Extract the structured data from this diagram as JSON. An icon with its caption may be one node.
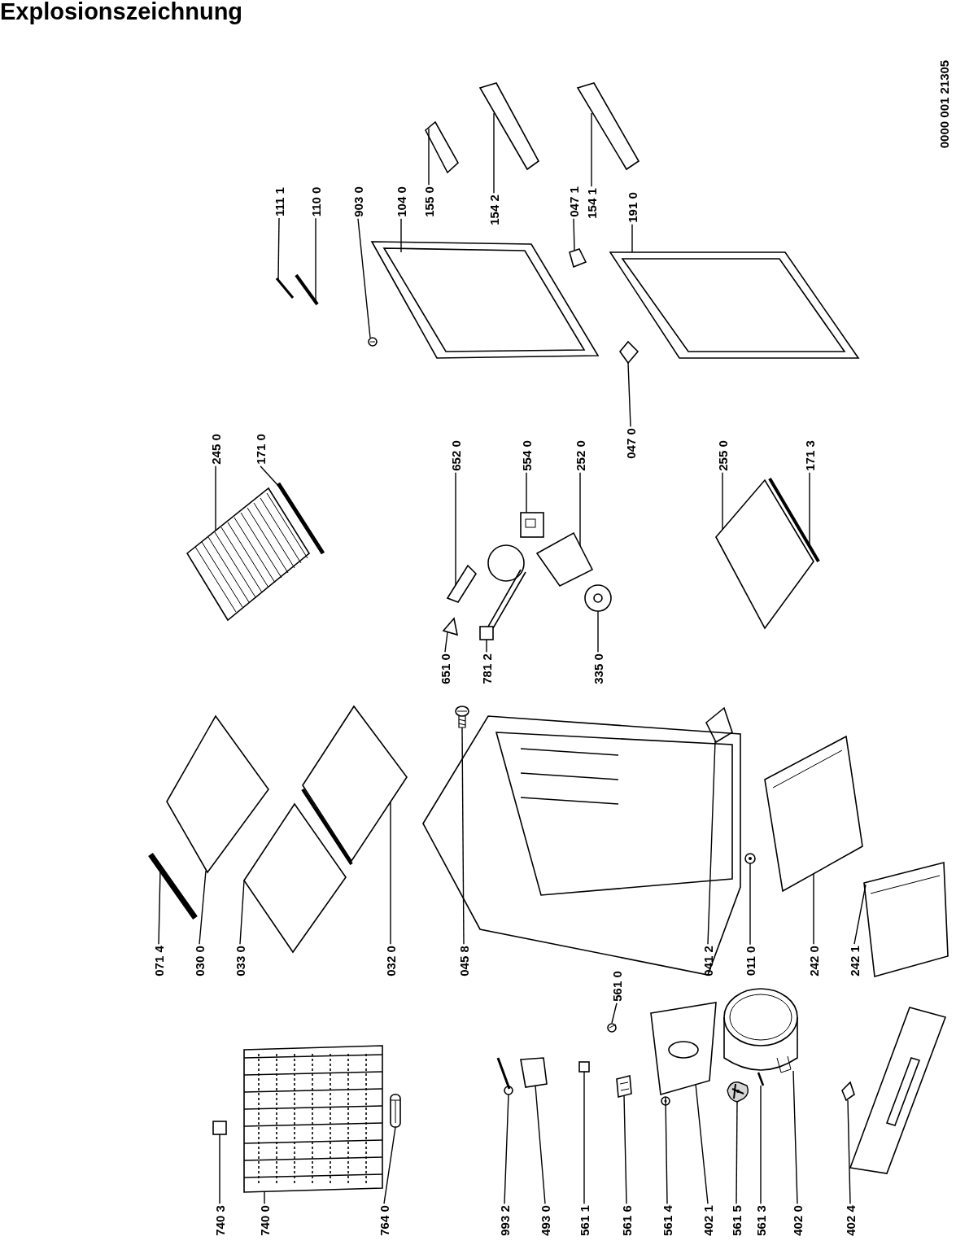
{
  "diagram": {
    "title": "Explosionszeichnung",
    "nodes": [
      {
        "text": [
          "740 3"
        ]
      },
      {
        "text": [
          "740 0"
        ]
      },
      {
        "text": [
          "764 0"
        ]
      },
      {
        "text": [
          "993 2"
        ]
      },
      {
        "text": [
          "493 0"
        ]
      },
      {
        "text": [
          "561 1"
        ]
      },
      {
        "text": [
          "561 0"
        ]
      },
      {
        "text": [
          "561 6"
        ]
      },
      {
        "text": [
          "561 4"
        ]
      },
      {
        "text": [
          "402 1"
        ]
      },
      {
        "text": [
          "561 5"
        ]
      },
      {
        "text": [
          "561 3"
        ]
      },
      {
        "text": [
          "402 0"
        ]
      },
      {
        "text": [
          "402 4"
        ]
      },
      {
        "text": [
          "071 4"
        ]
      },
      {
        "text": [
          "030 0"
        ]
      },
      {
        "text": [
          "033 0"
        ]
      },
      {
        "text": [
          "032 0"
        ]
      },
      {
        "text": [
          "045 8"
        ]
      },
      {
        "text": [
          "041 2"
        ]
      },
      {
        "text": [
          "011 0"
        ]
      },
      {
        "text": [
          "242 0"
        ]
      },
      {
        "text": [
          "242 1"
        ]
      },
      {
        "text": [
          "651 0"
        ]
      },
      {
        "text": [
          "781 2"
        ]
      },
      {
        "text": [
          "335 0"
        ]
      },
      {
        "text": [
          "245 0"
        ]
      },
      {
        "text": [
          "171 0"
        ]
      },
      {
        "text": [
          "652 0"
        ]
      },
      {
        "text": [
          "554 0"
        ]
      },
      {
        "text": [
          "252 0"
        ]
      },
      {
        "text": [
          "047 0"
        ]
      },
      {
        "text": [
          "255 0"
        ]
      },
      {
        "text": [
          "171 3"
        ]
      },
      {
        "text": [
          "111 1"
        ]
      },
      {
        "text": [
          "110 0"
        ]
      },
      {
        "text": [
          "903 0"
        ]
      },
      {
        "text": [
          "104 0"
        ]
      },
      {
        "text": [
          "155 0"
        ]
      },
      {
        "text": [
          "154 2"
        ]
      },
      {
        "text": [
          "047 1"
        ]
      },
      {
        "text": [
          "154 1"
        ]
      },
      {
        "text": [
          "191 0"
        ]
      },
      {
        "text": [],
        "shape": "picture"
      },
      {
        "text": [],
        "shape": "picture"
      },
      {
        "text": [],
        "shape": "picture"
      },
      {
        "text": [],
        "shape": "picture"
      },
      {
        "text": [],
        "shape": "picture"
      },
      {
        "text": [],
        "shape": "picture"
      },
      {
        "text": [],
        "shape": "picture"
      },
      {
        "text": [],
        "shape": "picture"
      },
      {
        "text": [],
        "shape": "picture"
      },
      {
        "text": [],
        "shape": "picture"
      },
      {
        "text": [],
        "shape": "picture"
      },
      {
        "text": [],
        "shape": "picture"
      },
      {
        "text": [],
        "shape": "picture"
      },
      {
        "text": [],
        "shape": "picture"
      },
      {
        "text": [],
        "shape": "picture"
      },
      {
        "text": [],
        "shape": "picture"
      },
      {
        "text": [],
        "shape": "picture"
      },
      {
        "text": [],
        "shape": "picture"
      },
      {
        "text": [],
        "shape": "picture"
      },
      {
        "text": [],
        "shape": "picture"
      },
      {
        "text": [],
        "shape": "picture"
      },
      {
        "text": [],
        "shape": "picture"
      },
      {
        "text": [],
        "shape": "picture"
      },
      {
        "text": [],
        "shape": "picture"
      },
      {
        "text": [],
        "shape": "picture"
      },
      {
        "text": [],
        "shape": "picture"
      },
      {
        "text": [],
        "shape": "picture"
      },
      {
        "text": [],
        "shape": "picture"
      },
      {
        "text": [],
        "shape": "picture"
      },
      {
        "text": [],
        "shape": "picture"
      },
      {
        "text": [],
        "shape": "picture"
      },
      {
        "text": [],
        "shape": "picture"
      },
      {
        "text": [],
        "shape": "picture"
      },
      {
        "text": [],
        "shape": "picture"
      },
      {
        "text": [],
        "shape": "picture"
      },
      {
        "text": [],
        "shape": "picture"
      },
      {
        "text": [],
        "shape": "picture"
      },
      {
        "text": [],
        "shape": "picture"
      },
      {
        "text": [],
        "shape": "picture"
      },
      {
        "text": [],
        "shape": "picture"
      },
      {
        "text": [],
        "shape": "picture"
      },
      {
        "text": [],
        "shape": "picture"
      },
      {
        "text": [],
        "shape": "picture"
      }
    ],
    "edges": [
      {
        "from": 0,
        "to": 43,
        "arrow": "none"
      },
      {
        "from": 1,
        "to": 44,
        "arrow": "none"
      },
      {
        "from": 2,
        "to": 45,
        "arrow": "none"
      },
      {
        "from": 3,
        "to": 46,
        "arrow": "none"
      },
      {
        "from": 4,
        "to": 47,
        "arrow": "none"
      },
      {
        "from": 5,
        "to": 48,
        "arrow": "none"
      },
      {
        "from": 6,
        "to": 49,
        "arrow": "none"
      },
      {
        "from": 7,
        "to": 50,
        "arrow": "none"
      },
      {
        "from": 8,
        "to": 51,
        "arrow": "none"
      },
      {
        "from": 9,
        "to": 52,
        "arrow": "none"
      },
      {
        "from": 10,
        "to": 53,
        "arrow": "none"
      },
      {
        "from": 11,
        "to": 54,
        "arrow": "none"
      },
      {
        "from": 12,
        "to": 55,
        "arrow": "none"
      },
      {
        "from": 13,
        "to": 56,
        "arrow": "none"
      },
      {
        "from": 14,
        "to": 57,
        "arrow": "none"
      },
      {
        "from": 15,
        "to": 58,
        "arrow": "none"
      },
      {
        "from": 16,
        "to": 59,
        "arrow": "none"
      },
      {
        "from": 17,
        "to": 60,
        "arrow": "none"
      },
      {
        "from": 18,
        "to": 61,
        "arrow": "none"
      },
      {
        "from": 19,
        "to": 62,
        "arrow": "none"
      },
      {
        "from": 20,
        "to": 63,
        "arrow": "none"
      },
      {
        "from": 21,
        "to": 64,
        "arrow": "none"
      },
      {
        "from": 22,
        "to": 65,
        "arrow": "none"
      },
      {
        "from": 23,
        "to": 66,
        "arrow": "none"
      },
      {
        "from": 24,
        "to": 67,
        "arrow": "none"
      },
      {
        "from": 25,
        "to": 68,
        "arrow": "none"
      },
      {
        "from": 26,
        "to": 69,
        "arrow": "none"
      },
      {
        "from": 27,
        "to": 70,
        "arrow": "none"
      },
      {
        "from": 28,
        "to": 71,
        "arrow": "none"
      },
      {
        "from": 29,
        "to": 72,
        "arrow": "none"
      },
      {
        "from": 30,
        "to": 73,
        "arrow": "none"
      },
      {
        "from": 31,
        "to": 74,
        "arrow": "none"
      },
      {
        "from": 32,
        "to": 75,
        "arrow": "none"
      },
      {
        "from": 33,
        "to": 76,
        "arrow": "none"
      },
      {
        "from": 34,
        "to": 77,
        "arrow": "none"
      },
      {
        "from": 35,
        "to": 78,
        "arrow": "none"
      },
      {
        "from": 36,
        "to": 79,
        "arrow": "none"
      },
      {
        "from": 37,
        "to": 80,
        "arrow": "none"
      },
      {
        "from": 38,
        "to": 81,
        "arrow": "none"
      },
      {
        "from": 39,
        "to": 82,
        "arrow": "none"
      },
      {
        "from": 40,
        "to": 83,
        "arrow": "none"
      },
      {
        "from": 41,
        "to": 84,
        "arrow": "none"
      },
      {
        "from": 42,
        "to": 85,
        "arrow": "none"
      }
    ],
    "labels": [
      "0000 001 21305"
    ]
  }
}
